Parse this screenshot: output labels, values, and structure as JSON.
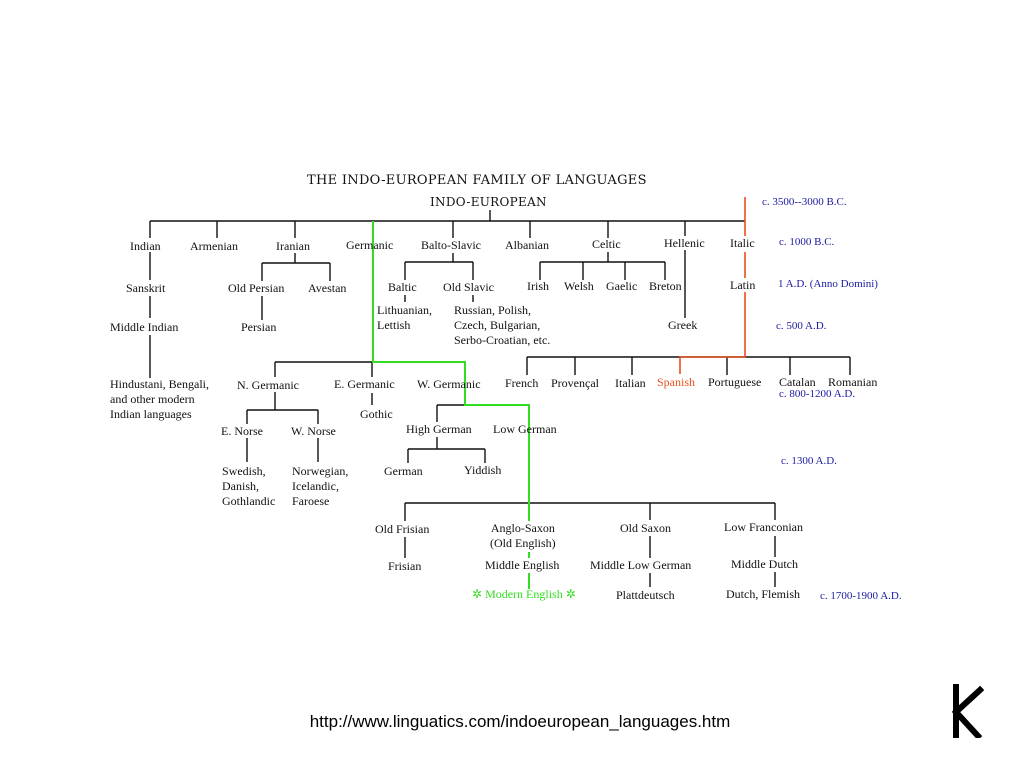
{
  "title": "THE INDO-EUROPEAN FAMILY OF LANGUAGES",
  "root": "INDO-EUROPEAN",
  "nodes": {
    "indian": "Indian",
    "armenian": "Armenian",
    "iranian": "Iranian",
    "germanic": "Germanic",
    "balto_slavic": "Balto-Slavic",
    "albanian": "Albanian",
    "celtic": "Celtic",
    "hellenic": "Hellenic",
    "italic": "Italic",
    "sanskrit": "Sanskrit",
    "old_persian": "Old Persian",
    "avestan": "Avestan",
    "baltic": "Baltic",
    "old_slavic": "Old Slavic",
    "irish": "Irish",
    "welsh": "Welsh",
    "gaelic": "Gaelic",
    "breton": "Breton",
    "latin": "Latin",
    "middle_indian": "Middle Indian",
    "persian": "Persian",
    "lithuanian": [
      "Lithuanian,",
      "Lettish"
    ],
    "russian": [
      "Russian, Polish,",
      "Czech, Bulgarian,",
      "Serbo-Croatian, etc."
    ],
    "greek": "Greek",
    "hindustani": [
      "Hindustani, Bengali,",
      "and other modern",
      "Indian languages"
    ],
    "n_germanic": "N. Germanic",
    "e_germanic": "E. Germanic",
    "w_germanic": "W. Germanic",
    "french": "French",
    "provencal": "Provençal",
    "italian": "Italian",
    "spanish": "Spanish",
    "portuguese": "Portuguese",
    "catalan": "Catalan",
    "romanian": "Romanian",
    "gothic": "Gothic",
    "e_norse": "E. Norse",
    "w_norse": "W. Norse",
    "high_german": "High German",
    "low_german": "Low German",
    "german": "German",
    "yiddish": "Yiddish",
    "swedish": [
      "Swedish,",
      "Danish,",
      "Gothlandic"
    ],
    "norwegian": [
      "Norwegian,",
      "Icelandic,",
      "Faroese"
    ],
    "old_frisian": "Old Frisian",
    "anglo_saxon": [
      "Anglo-Saxon",
      "(Old English)"
    ],
    "old_saxon": "Old Saxon",
    "low_franconian": "Low Franconian",
    "frisian": "Frisian",
    "middle_english": "Middle English",
    "middle_low_german": "Middle Low German",
    "middle_dutch": "Middle Dutch",
    "modern_english": "Modern English",
    "plattdeutsch": "Plattdeutsch",
    "dutch_flemish": "Dutch, Flemish"
  },
  "eras": {
    "e1": "c. 3500--3000 B.C.",
    "e2": "c. 1000 B.C.",
    "e3": "1 A.D. (Anno Domini)",
    "e4": "c. 500 A.D.",
    "e5": "c. 800-1200 A.D.",
    "e6": "c. 1300 A.D.",
    "e7": "c. 1700-1900 A.D."
  },
  "url": "http://www.linguatics.com/indoeuropean_languages.htm",
  "colors": {
    "line": "#111111",
    "english_path": "#33dd22",
    "spanish_path": "#e8501e",
    "era_text": "#1a1aa0",
    "modern_english_text": "#33dd22",
    "spanish_text": "#e8501e"
  }
}
